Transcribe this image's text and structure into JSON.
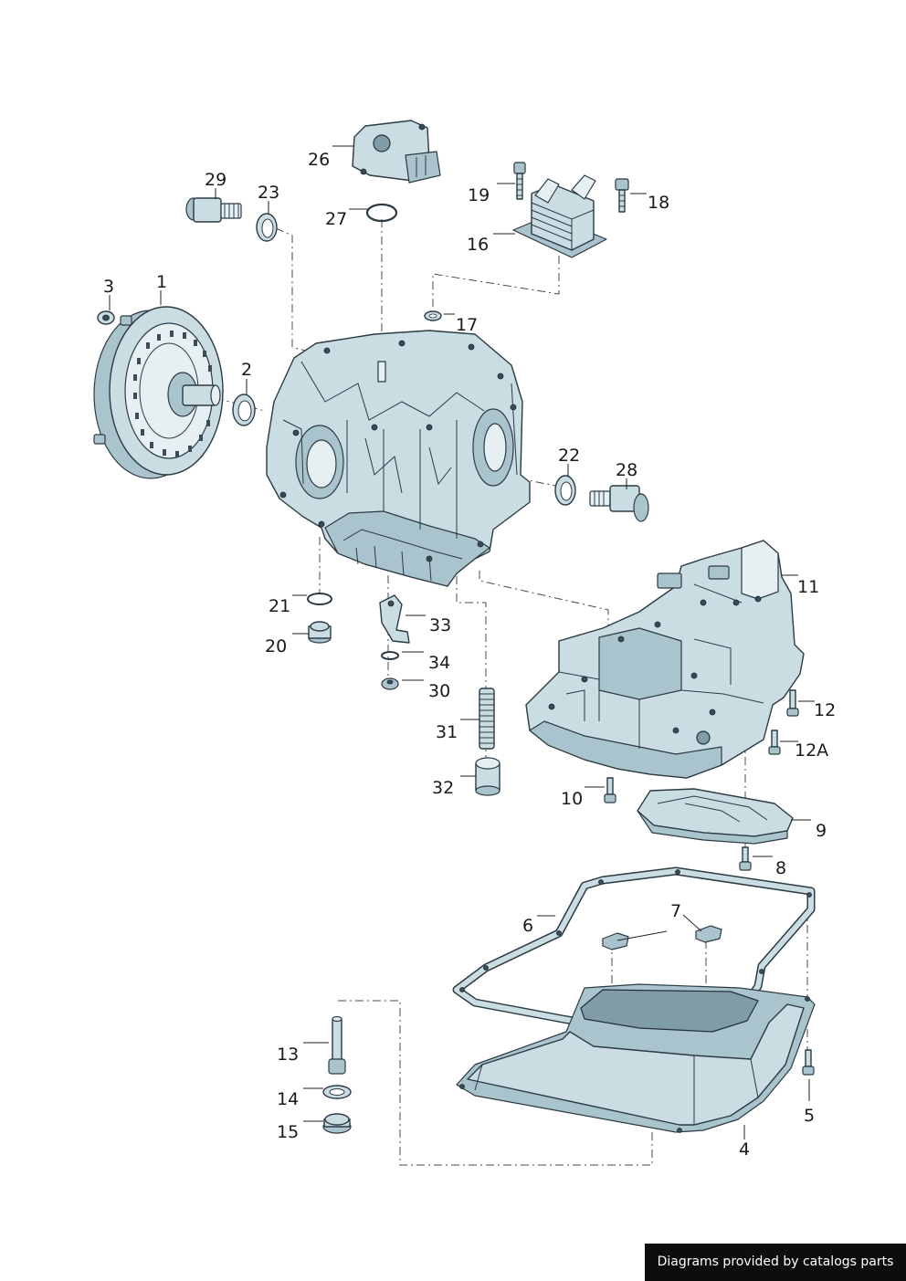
{
  "callouts": {
    "c1": "1",
    "c2": "2",
    "c3": "3",
    "c4": "4",
    "c5": "5",
    "c6": "6",
    "c7": "7",
    "c8": "8",
    "c9": "9",
    "c10": "10",
    "c11": "11",
    "c12": "12",
    "c12a": "12A",
    "c13": "13",
    "c14": "14",
    "c15": "15",
    "c16": "16",
    "c17": "17",
    "c18": "18",
    "c19": "19",
    "c20": "20",
    "c21": "21",
    "c22": "22",
    "c23": "23",
    "c26": "26",
    "c27": "27",
    "c28": "28",
    "c29": "29",
    "c30": "30",
    "c31": "31",
    "c32": "32",
    "c33": "33",
    "c34": "34"
  },
  "credit": "Diagrams provided by catalogs parts",
  "colors": {
    "part_fill": "#c9dde3",
    "part_outline": "#2c3a44",
    "background": "#ffffff",
    "credit_background": "#0d0d0d",
    "credit_text": "#ffffff"
  }
}
